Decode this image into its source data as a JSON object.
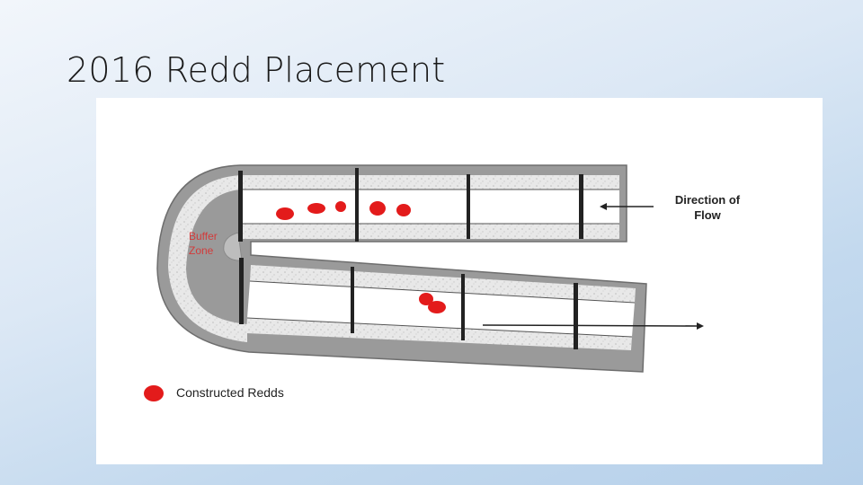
{
  "slide": {
    "title": "2016 Redd Placement"
  },
  "diagram": {
    "direction_label_line1": "Direction of",
    "direction_label_line2": "Flow",
    "buffer_label_line1": "Buffer",
    "buffer_label_line2": "Zone",
    "legend_label": "Constructed Redds",
    "colors": {
      "redd": "#e31b1b",
      "buffer_text": "#d23b3b",
      "wall": "#9a9a9a",
      "gravel": "#e6e6e6",
      "divider": "#222222"
    }
  }
}
